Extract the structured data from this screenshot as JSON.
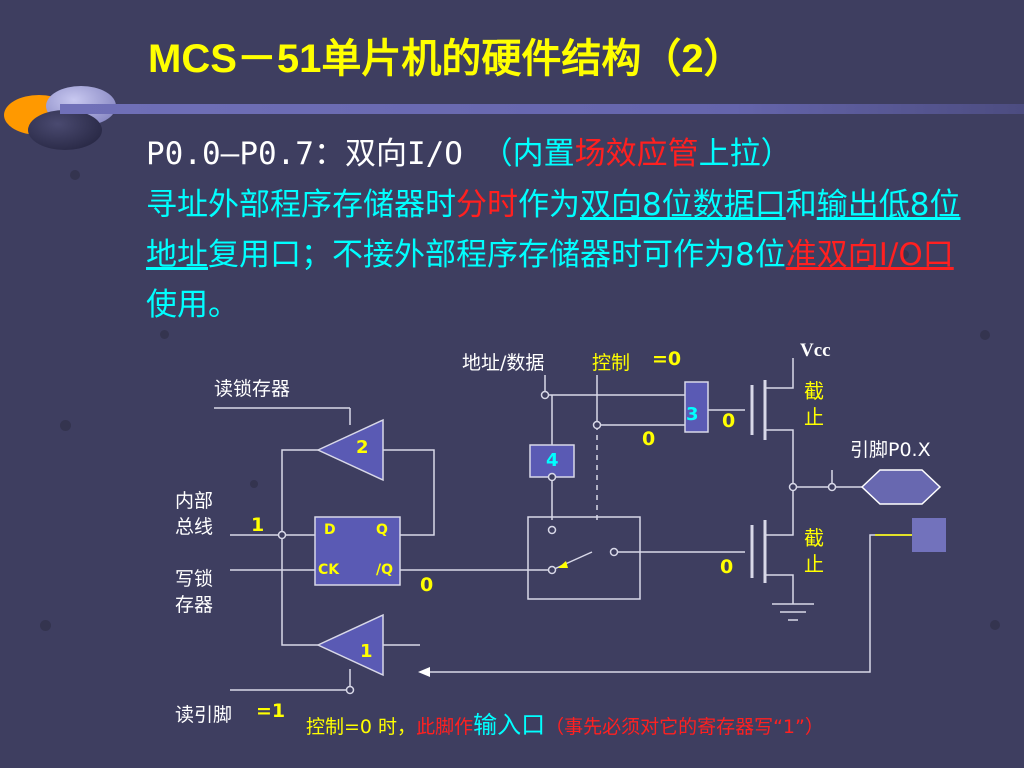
{
  "slide": {
    "title": "MCS－51单片机的硬件结构（2）",
    "line1": {
      "pins": "P0.0—P0.7：双向I/O",
      "paren_open": " （内置",
      "pullup_red": "场效应管",
      "paren_close": "上拉）"
    },
    "paragraph": {
      "p1": "寻址外部程序存储器时",
      "p2_red": "分时",
      "p3": "作为",
      "p4_ul": "双向8位数据口",
      "p5": "和",
      "p6_ul": "输出低8位地址",
      "p7": "复用口；不接外部程序存储器时可作为8位",
      "p8_red_ul": "准双向I/O口",
      "p9": "使用。"
    }
  },
  "diagram": {
    "addr_data": "地址/数据",
    "control": "控制",
    "control_value": "=0",
    "vcc": "Vcc",
    "read_latch": "读锁存器",
    "internal_bus": "内部\n总线",
    "write_latch": "写锁\n存器",
    "read_pin": "读引脚",
    "read_pin_value": "=1",
    "pin_label": "引脚P0.X",
    "cutoff": "截\n止",
    "buffer_2": "2",
    "buffer_1": "1",
    "gate_3": "3",
    "gate_4": "4",
    "ff_d": "D",
    "ff_q": "Q",
    "ff_ck": "CK",
    "ff_qn": "/Q",
    "v_bus_one": "1",
    "v_qn_zero": "0",
    "v_gate3_in": "0",
    "v_gate3_out": "0",
    "v_lower_fet": "0"
  },
  "footer": {
    "part1": "控制=0 时，",
    "part2_red": "此脚作",
    "part3_cyan": "输入口",
    "part4_red": "（事先必须对它的寄存器写“1”）"
  },
  "colors": {
    "background": "#3e3e60",
    "title": "#ffff00",
    "accent_cyan": "#00ffff",
    "accent_red": "#ff2020",
    "wire": "#d8d8e8",
    "buffer_fill": "#5a5ab4",
    "pin_fill": "#6868b0"
  }
}
